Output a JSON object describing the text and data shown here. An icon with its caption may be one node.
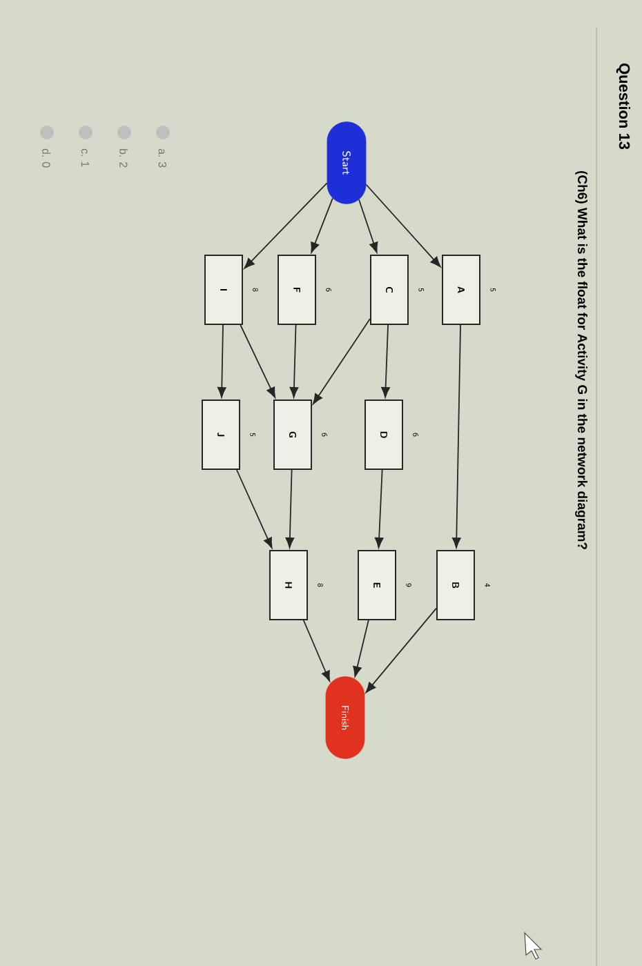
{
  "diagram": {
    "title": "Question 13",
    "caption": "(Ch6) What is the float for Activity G in the network diagram?",
    "nodes": [
      {
        "text": [
          "Start"
        ]
      },
      {
        "text": [
          "A"
        ],
        "beside": [
          "5"
        ]
      },
      {
        "text": [
          "C"
        ],
        "beside": [
          "5"
        ]
      },
      {
        "text": [
          "F"
        ],
        "beside": [
          "6"
        ]
      },
      {
        "text": [
          "I"
        ],
        "beside": [
          "8"
        ]
      },
      {
        "text": [
          "B"
        ],
        "beside": [
          "4"
        ]
      },
      {
        "text": [
          "D"
        ],
        "beside": [
          "6"
        ]
      },
      {
        "text": [
          "G"
        ],
        "beside": [
          "6"
        ]
      },
      {
        "text": [
          "J"
        ],
        "beside": [
          "5"
        ]
      },
      {
        "text": [
          "E"
        ],
        "beside": [
          "9"
        ]
      },
      {
        "text": [
          "H"
        ],
        "beside": [
          "8"
        ]
      },
      {
        "text": [
          "Finish"
        ]
      }
    ],
    "edges": [
      {
        "from": 0,
        "to": 1,
        "arrow": "to"
      },
      {
        "from": 0,
        "to": 2,
        "arrow": "to"
      },
      {
        "from": 0,
        "to": 3,
        "arrow": "to"
      },
      {
        "from": 0,
        "to": 4,
        "arrow": "to"
      },
      {
        "from": 1,
        "to": 5,
        "arrow": "to"
      },
      {
        "from": 2,
        "to": 6,
        "arrow": "to"
      },
      {
        "from": 2,
        "to": 7,
        "arrow": "to"
      },
      {
        "from": 3,
        "to": 7,
        "arrow": "to"
      },
      {
        "from": 4,
        "to": 7,
        "arrow": "to"
      },
      {
        "from": 4,
        "to": 8,
        "arrow": "to"
      },
      {
        "from": 6,
        "to": 9,
        "arrow": "to"
      },
      {
        "from": 7,
        "to": 10,
        "arrow": "to"
      },
      {
        "from": 8,
        "to": 10,
        "arrow": "to"
      },
      {
        "from": 5,
        "to": 11,
        "arrow": "to"
      },
      {
        "from": 9,
        "to": 11,
        "arrow": "to"
      },
      {
        "from": 10,
        "to": 11,
        "arrow": "to"
      }
    ],
    "labels": [
      "a. 3",
      "b. 2",
      "c. 1",
      "d. 0"
    ]
  }
}
